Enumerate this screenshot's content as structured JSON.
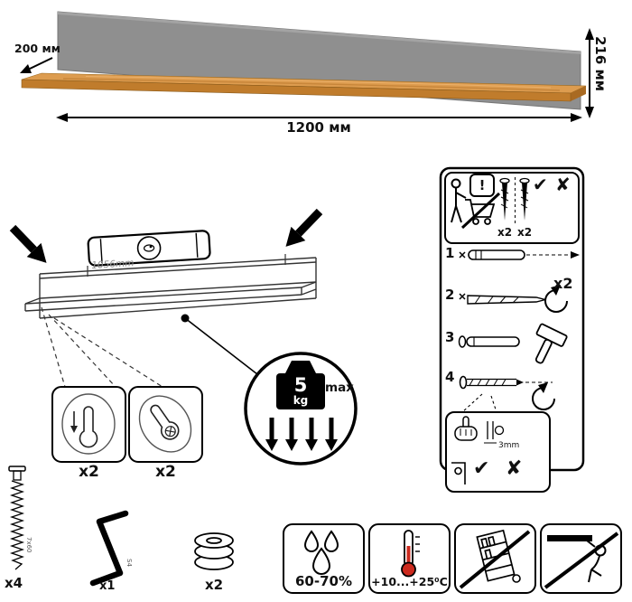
{
  "colors": {
    "panel_gray": "#8f8f8f",
    "wood_top": "#dd9c4f",
    "wood_front": "#c07c2c",
    "thermo_red": "#cc2a1e"
  },
  "product": {
    "depth": "200 мм",
    "width": "1200 мм",
    "height": "216 мм"
  },
  "assembly": {
    "span_label": "1056mm",
    "keyhole_front_qty": "x2",
    "keyhole_side_qty": "x2",
    "load": {
      "value": "5",
      "unit": "kg",
      "suffix": "max"
    }
  },
  "panel": {
    "warning": {
      "exclamation": "!",
      "check": "✔",
      "cross": "✘",
      "screw_a_qty": "x2",
      "screw_b_qty": "x2"
    },
    "steps": [
      "1",
      "2",
      "3",
      "4"
    ],
    "pairs_qty": "x2",
    "inset": {
      "gap": "3mm",
      "check": "✔",
      "cross": "✘"
    }
  },
  "hardware": {
    "confirmat": {
      "qty": "x4",
      "size": "7x60"
    },
    "hex_key": {
      "qty": "x1",
      "size": "S4"
    },
    "washer": {
      "qty": "x2"
    }
  },
  "conditions": {
    "humidity": "60-70%",
    "temperature": "+10...+25⁰C"
  }
}
